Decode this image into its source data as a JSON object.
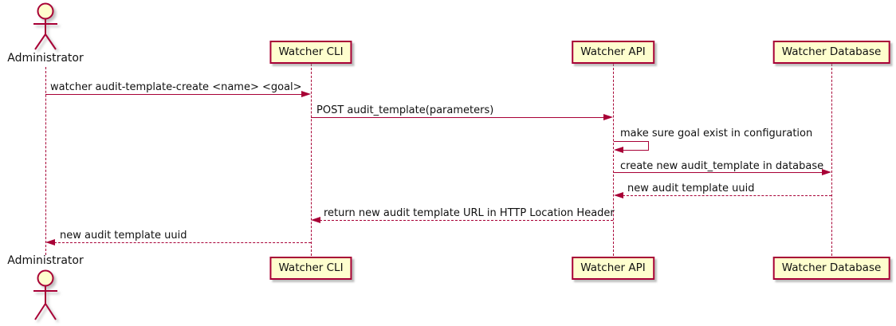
{
  "diagram": {
    "type": "sequence-diagram",
    "colors": {
      "line": "#A80036",
      "participant_fill": "#FEFECE",
      "text": "#111111",
      "background": "#ffffff",
      "shadow": "#8c8c8c"
    },
    "actor": {
      "name": "Administrator"
    },
    "participants": [
      {
        "label": "Watcher CLI"
      },
      {
        "label": "Watcher API"
      },
      {
        "label": "Watcher Database"
      }
    ],
    "messages": [
      {
        "label": "watcher audit-template-create <name> <goal>",
        "from": "Administrator",
        "to": "Watcher CLI",
        "style": "solid"
      },
      {
        "label": "POST audit_template(parameters)",
        "from": "Watcher CLI",
        "to": "Watcher API",
        "style": "solid"
      },
      {
        "label": "make sure goal exist in configuration",
        "from": "Watcher API",
        "to": "Watcher API",
        "style": "self"
      },
      {
        "label": "create new audit_template in database",
        "from": "Watcher API",
        "to": "Watcher Database",
        "style": "solid"
      },
      {
        "label": "new audit template uuid",
        "from": "Watcher Database",
        "to": "Watcher API",
        "style": "dashed"
      },
      {
        "label": "return new audit template URL in HTTP Location Header",
        "from": "Watcher API",
        "to": "Watcher CLI",
        "style": "dashed"
      },
      {
        "label": "new audit template uuid",
        "from": "Watcher CLI",
        "to": "Administrator",
        "style": "dashed"
      }
    ]
  }
}
